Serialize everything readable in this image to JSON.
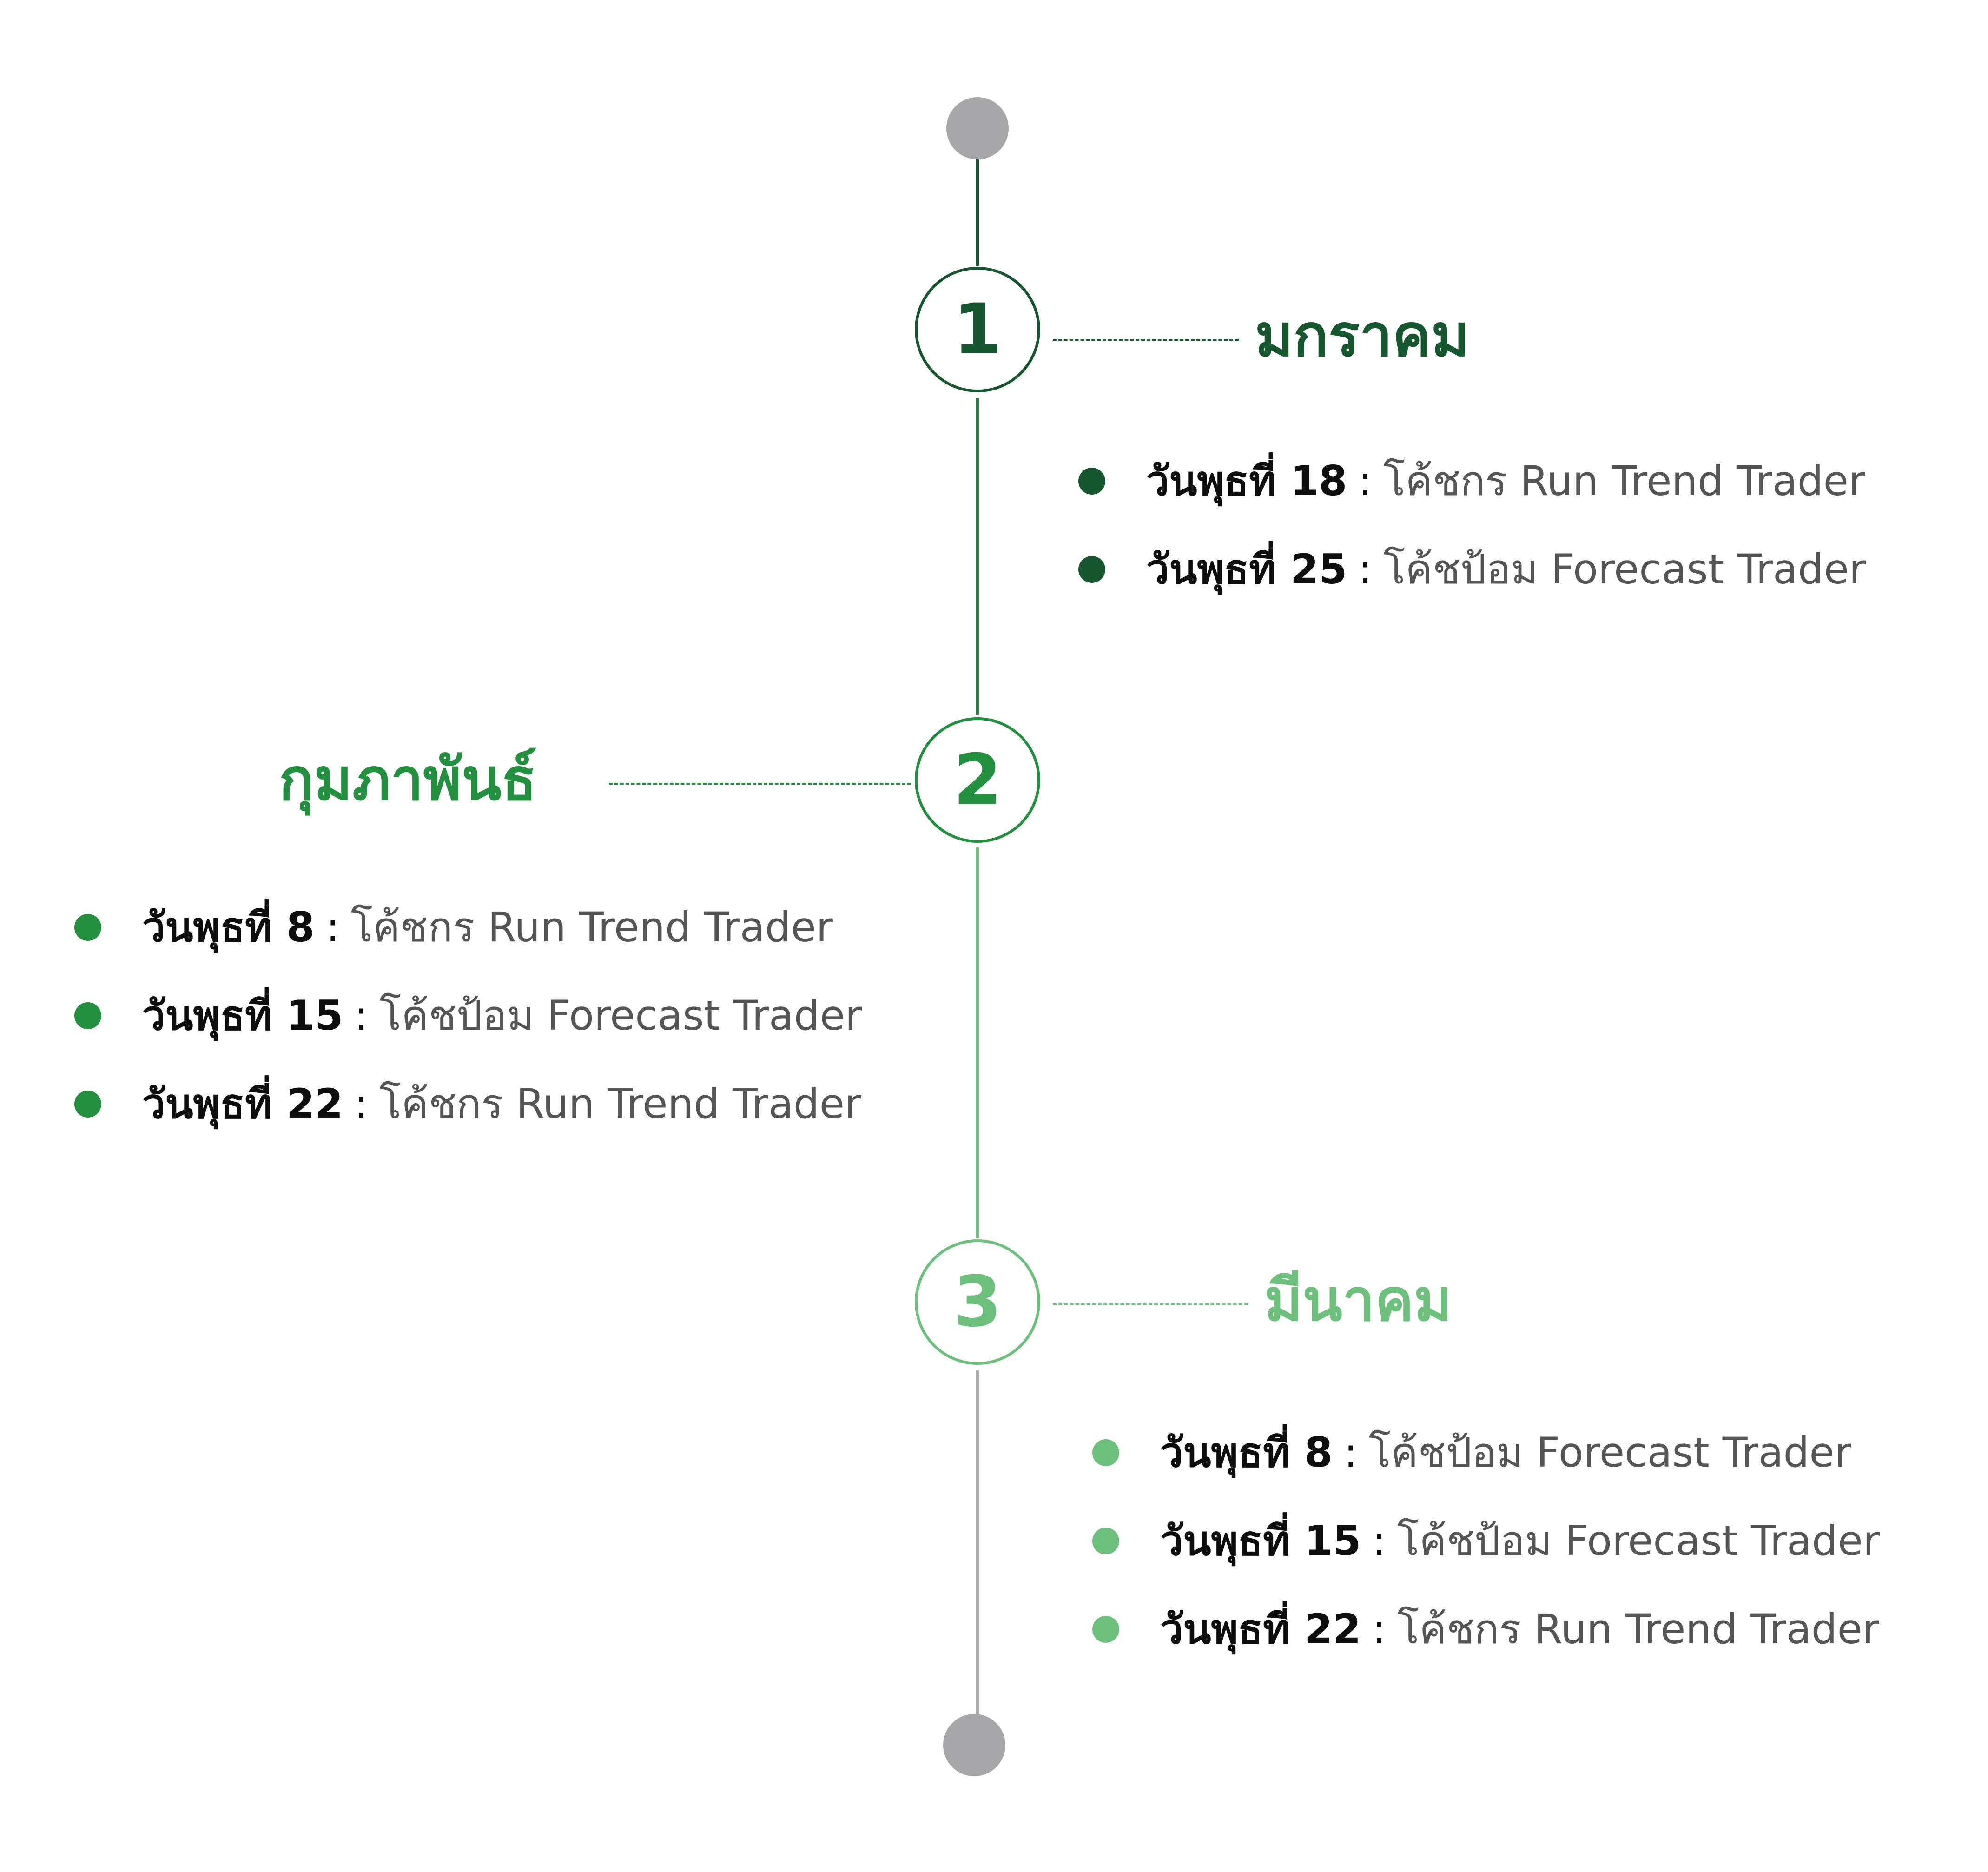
{
  "colors": {
    "dark_green": "#17572f",
    "mid_green": "#23903f",
    "light_green": "#6cc07b",
    "gray": "#a7a7aa",
    "text_dark": "#0d0d0d",
    "text_gray": "#555555"
  },
  "timeline": {
    "months": [
      {
        "number": "1",
        "title": "มกราคม",
        "items": [
          {
            "day": "วันพุธที่ 18",
            "separator": ":",
            "description": "โค้ชกร Run Trend Trader"
          },
          {
            "day": "วันพุธที่ 25",
            "separator": ":",
            "description": "โค้ชป้อม Forecast Trader"
          }
        ]
      },
      {
        "number": "2",
        "title": "กุมภาพันธ์",
        "items": [
          {
            "day": "วันพุธที่ 8",
            "separator": ":",
            "description": "โค้ชกร Run Trend Trader"
          },
          {
            "day": "วันพุธที่ 15",
            "separator": ":",
            "description": "โค้ชป้อม Forecast Trader"
          },
          {
            "day": "วันพุธที่ 22",
            "separator": ":",
            "description": "โค้ชกร Run Trend Trader"
          }
        ]
      },
      {
        "number": "3",
        "title": "มีนาคม",
        "items": [
          {
            "day": "วันพุธที่ 8",
            "separator": ":",
            "description": "โค้ชป้อม Forecast Trader"
          },
          {
            "day": "วันพุธที่ 15",
            "separator": ":",
            "description": "โค้ชป้อม Forecast Trader"
          },
          {
            "day": "วันพุธที่ 22",
            "separator": ":",
            "description": "โค้ชกร Run Trend Trader"
          }
        ]
      }
    ]
  }
}
